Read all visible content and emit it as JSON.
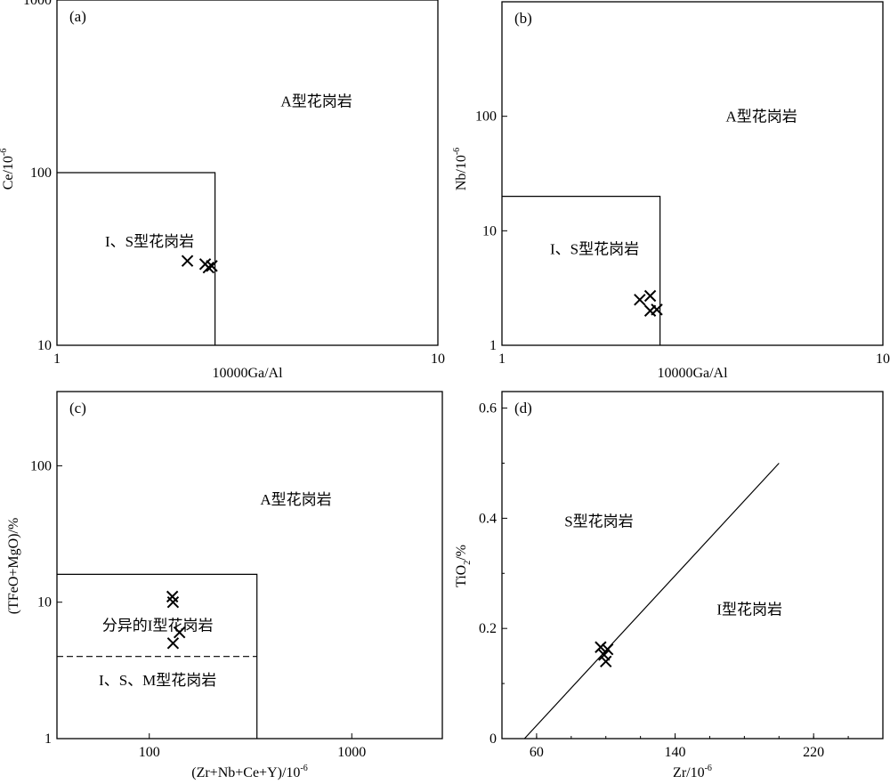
{
  "chart_data": [
    {
      "panel": "a",
      "panel_label": "(a)",
      "type": "scatter",
      "xscale": "log",
      "yscale": "log",
      "xlim": [
        1,
        10
      ],
      "ylim": [
        10,
        1000
      ],
      "xlabel": "10000Ga/Al",
      "ylabel": "Ce/10",
      "ylabel_sup": "-6",
      "xticks": [
        "1",
        "10"
      ],
      "yticks": [
        "10",
        "100",
        "1000"
      ],
      "regions": [
        {
          "label": "A型花岗岩",
          "x": 4.8,
          "y": 260
        },
        {
          "label": "I、S型花岗岩",
          "x": 1.75,
          "y": 40
        }
      ],
      "boundaries": [
        {
          "style": "solid",
          "points": [
            [
              1,
              100
            ],
            [
              2.6,
              100
            ],
            [
              2.6,
              10
            ]
          ]
        }
      ],
      "marker": "x",
      "points": [
        [
          2.2,
          30.8
        ],
        [
          2.45,
          29.5
        ],
        [
          2.5,
          28.2
        ],
        [
          2.55,
          28.8
        ]
      ]
    },
    {
      "panel": "b",
      "panel_label": "(b)",
      "type": "scatter",
      "xscale": "log",
      "yscale": "log",
      "xlim": [
        1,
        10
      ],
      "ylim": [
        1,
        1000
      ],
      "xlabel": "10000Ga/Al",
      "ylabel": "Nb/10",
      "ylabel_sup": "-6",
      "xticks": [
        "1",
        "10"
      ],
      "yticks": [
        "1",
        "10",
        "100"
      ],
      "regions": [
        {
          "label": "A型花岗岩",
          "x": 4.8,
          "y": 100
        },
        {
          "label": "I、S型花岗岩",
          "x": 1.75,
          "y": 7
        }
      ],
      "boundaries": [
        {
          "style": "solid",
          "points": [
            [
              1,
              20
            ],
            [
              2.6,
              20
            ],
            [
              2.6,
              1
            ]
          ]
        }
      ],
      "marker": "x",
      "points": [
        [
          2.3,
          2.5
        ],
        [
          2.45,
          2.7
        ],
        [
          2.45,
          2.0
        ],
        [
          2.55,
          2.05
        ]
      ]
    },
    {
      "panel": "c",
      "panel_label": "(c)",
      "type": "scatter",
      "xscale": "log",
      "yscale": "log",
      "xlim": [
        35,
        2800
      ],
      "ylim": [
        1,
        350
      ],
      "xlabel": "(Zr+Nb+Ce+Y)/10",
      "xlabel_sup": "-6",
      "ylabel": "(TFeO+MgO)/%",
      "xticks": [
        "100",
        "1000"
      ],
      "yticks": [
        "1",
        "10",
        "100"
      ],
      "regions": [
        {
          "label": "A型花岗岩",
          "x": 530,
          "y": 57
        },
        {
          "label": "分异的I型花岗岩",
          "x": 110,
          "y": 6.8
        },
        {
          "label": "I、S、M型花岗岩",
          "x": 110,
          "y": 2.7
        }
      ],
      "boundaries": [
        {
          "style": "solid",
          "points": [
            [
              35,
              16
            ],
            [
              340,
              16
            ],
            [
              340,
              1
            ]
          ]
        },
        {
          "style": "dashed",
          "points": [
            [
              35,
              4
            ],
            [
              340,
              4
            ]
          ]
        }
      ],
      "marker": "x",
      "points": [
        [
          130,
          11
        ],
        [
          131,
          10
        ],
        [
          141,
          6
        ],
        [
          131,
          5
        ]
      ]
    },
    {
      "panel": "d",
      "panel_label": "(d)",
      "type": "scatter",
      "xscale": "linear",
      "yscale": "linear",
      "xlim": [
        40,
        260
      ],
      "ylim": [
        0,
        0.63
      ],
      "xlabel": "Zr/10",
      "xlabel_sup": "-6",
      "ylabel": "TiO",
      "ylabel_sub": "2",
      "ylabel_suffix": "/%",
      "xticks": [
        "60",
        "140",
        "220"
      ],
      "yticks": [
        "0",
        "0.2",
        "0.4",
        "0.6"
      ],
      "regions": [
        {
          "label": "S型花岗岩",
          "x": 96,
          "y": 0.395
        },
        {
          "label": "I型花岗岩",
          "x": 183,
          "y": 0.235
        }
      ],
      "boundaries": [
        {
          "style": "solid",
          "points": [
            [
              53,
              0
            ],
            [
              200,
              0.5
            ]
          ]
        }
      ],
      "marker": "x",
      "points": [
        [
          97,
          0.166
        ],
        [
          101,
          0.162
        ],
        [
          99,
          0.152
        ],
        [
          100,
          0.14
        ]
      ]
    }
  ]
}
